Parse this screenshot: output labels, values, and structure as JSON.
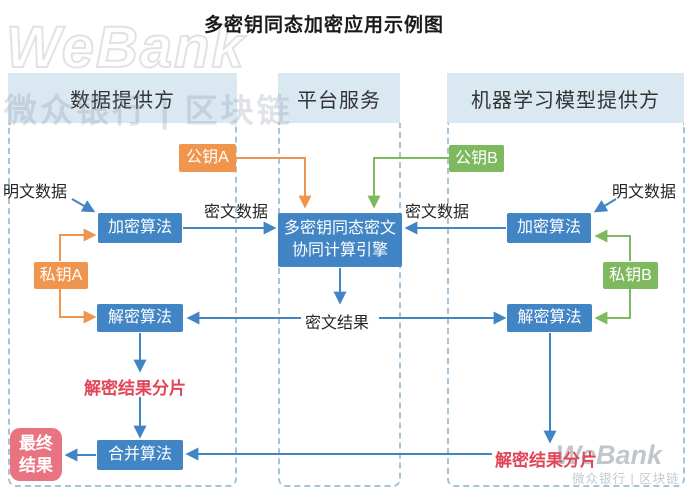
{
  "title": "多密钥同态加密应用示例图",
  "watermark": {
    "brand_large": "WeBank",
    "subtitle_large": "微众银行 | 区块链",
    "brand_small": "WeBank",
    "subtitle_small": "微众银行 | 区块链"
  },
  "columns": [
    {
      "label": "数据提供方"
    },
    {
      "label": "平台服务"
    },
    {
      "label": "机器学习模型提供方"
    }
  ],
  "nodes": {
    "pub_key_a": "公钥A",
    "pub_key_b": "公钥B",
    "priv_key_a": "私钥A",
    "priv_key_b": "私钥B",
    "encrypt_left": "加密算法",
    "encrypt_right": "加密算法",
    "decrypt_left": "解密算法",
    "decrypt_right": "解密算法",
    "engine_line1": "多密钥同态密文",
    "engine_line2": "协同计算引擎",
    "merge": "合并算法",
    "final_line1": "最终",
    "final_line2": "结果"
  },
  "labels": {
    "plaintext_left": "明文数据",
    "plaintext_right": "明文数据",
    "ciphertext_left": "密文数据",
    "ciphertext_right": "密文数据",
    "cipher_result": "密文结果",
    "shards_left": "解密结果分片",
    "shards_right": "解密结果分片"
  },
  "colors": {
    "blue": "#4285C5",
    "orange": "#F0954D",
    "green": "#7FB95F",
    "red": "#E04558",
    "final_bg": "#E97380",
    "bar_bg": "#DAE8F2",
    "dash": "#A6C4D9"
  }
}
